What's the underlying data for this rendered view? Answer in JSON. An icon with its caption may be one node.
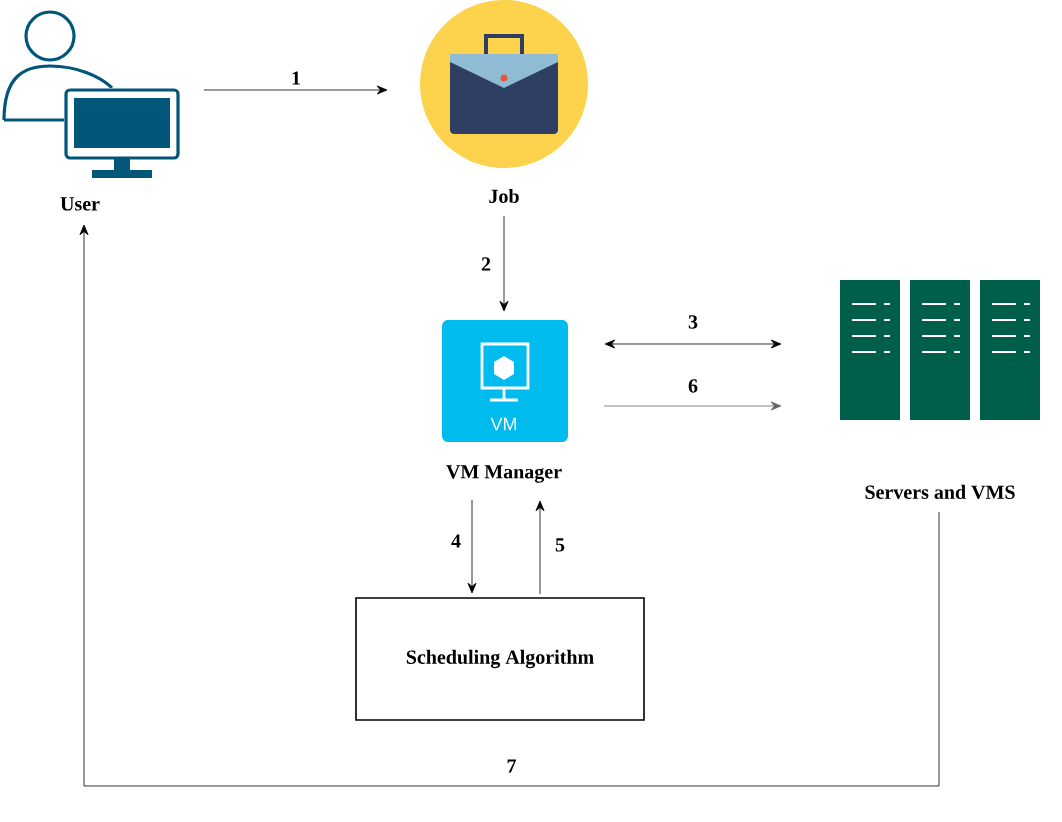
{
  "diagram": {
    "nodes": [
      {
        "text": [
          "User"
        ]
      },
      {
        "text": [
          "Job"
        ]
      },
      {
        "text": [
          "VM",
          "VM Manager"
        ]
      },
      {
        "text": [
          "Servers and VMS"
        ]
      },
      {
        "text": [
          "Scheduling Algorithm"
        ]
      }
    ],
    "edges": [
      {
        "from": 0,
        "to": 1,
        "arrow": "to",
        "label": "1"
      },
      {
        "from": 1,
        "to": 2,
        "arrow": "to",
        "label": "2"
      },
      {
        "from": 2,
        "to": 3,
        "arrow": "both",
        "label": "3"
      },
      {
        "from": 2,
        "to": 4,
        "arrow": "to",
        "label": "4"
      },
      {
        "from": 4,
        "to": 2,
        "arrow": "to",
        "label": "5"
      },
      {
        "from": 2,
        "to": 3,
        "arrow": "to",
        "label": "6",
        "color": "#666666"
      },
      {
        "from": 3,
        "to": 0,
        "arrow": "to",
        "label": "7"
      }
    ]
  }
}
